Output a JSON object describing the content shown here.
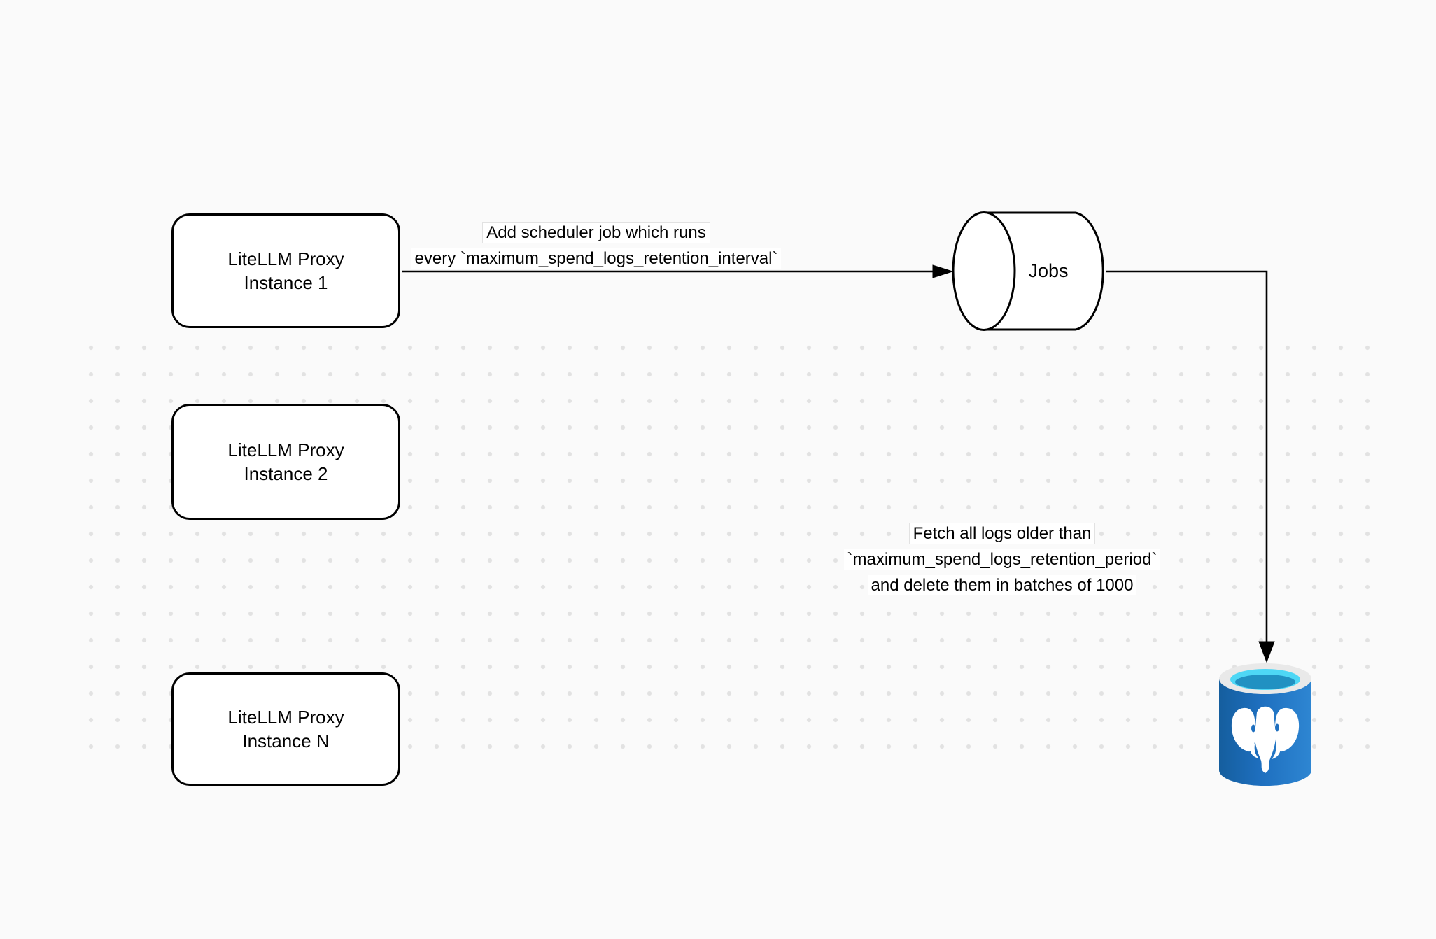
{
  "colors": {
    "canvas_background": "#fafafa",
    "dot_grid": "#e2e2e2",
    "shape_stroke": "#000000",
    "shape_fill": "#ffffff",
    "postgres_blue": "#1e6fbf",
    "postgres_blue_dark": "#155e9e",
    "postgres_blue_light": "#2e86d2",
    "postgres_rim_gray": "#e9e9e9",
    "postgres_opening_cyan": "#4ed7f5",
    "postgres_opening_teal": "#2191c2"
  },
  "nodes": {
    "proxy_instances": [
      {
        "line1": "LiteLLM Proxy",
        "line2": "Instance 1"
      },
      {
        "line1": "LiteLLM Proxy",
        "line2": "Instance 2"
      },
      {
        "line1": "LiteLLM Proxy",
        "line2": "Instance N"
      }
    ],
    "jobs_queue": {
      "label": "Jobs"
    },
    "postgres_db": {
      "icon": "postgresql-database-icon"
    }
  },
  "edges": {
    "proxy_to_jobs": {
      "label_line1": "Add scheduler job which runs",
      "label_line2": "every `maximum_spend_logs_retention_interval`"
    },
    "jobs_to_postgres": {
      "label_line1": "Fetch all logs older than",
      "label_line2": "`maximum_spend_logs_retention_period`",
      "label_line3": "and delete them in batches of 1000"
    }
  }
}
